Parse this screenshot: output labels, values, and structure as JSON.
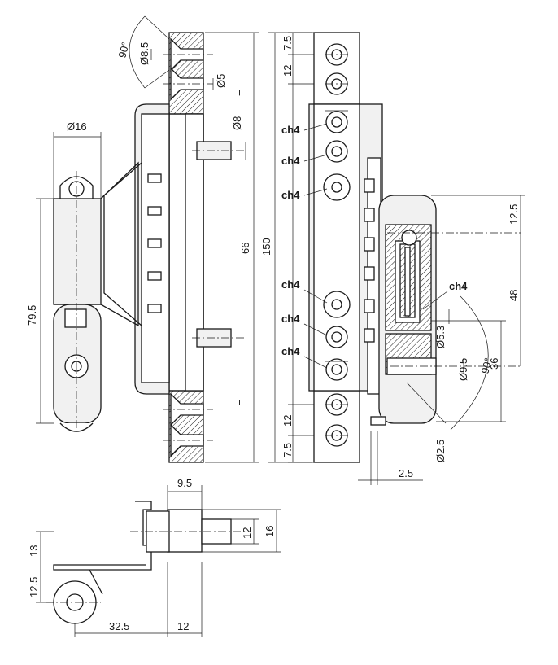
{
  "labels": {
    "angle_top": "90°",
    "d85": "Ø8.5",
    "d5": "Ø5",
    "d8": "Ø8",
    "eq1": "=",
    "eq2": "=",
    "d16": "Ø16",
    "h795": "79.5",
    "h66": "66",
    "h150": "150",
    "p75a": "7.5",
    "p12a": "12",
    "p12b": "12",
    "p75b": "7.5",
    "ch4_1": "ch4",
    "ch4_2": "ch4",
    "ch4_3": "ch4",
    "ch4_4": "ch4",
    "ch4_5": "ch4",
    "ch4_6": "ch4",
    "ch4_right": "ch4",
    "r125": "12.5",
    "r48": "48",
    "r36": "36",
    "d53": "Ø5.3",
    "d95": "Ø9.5",
    "angle_right": "90°",
    "d25": "Ø2.5",
    "w25": "2.5",
    "b95": "9.5",
    "b12": "12",
    "b16": "16",
    "b13": "13",
    "b125": "12.5",
    "b325": "32.5",
    "b12w": "12"
  }
}
